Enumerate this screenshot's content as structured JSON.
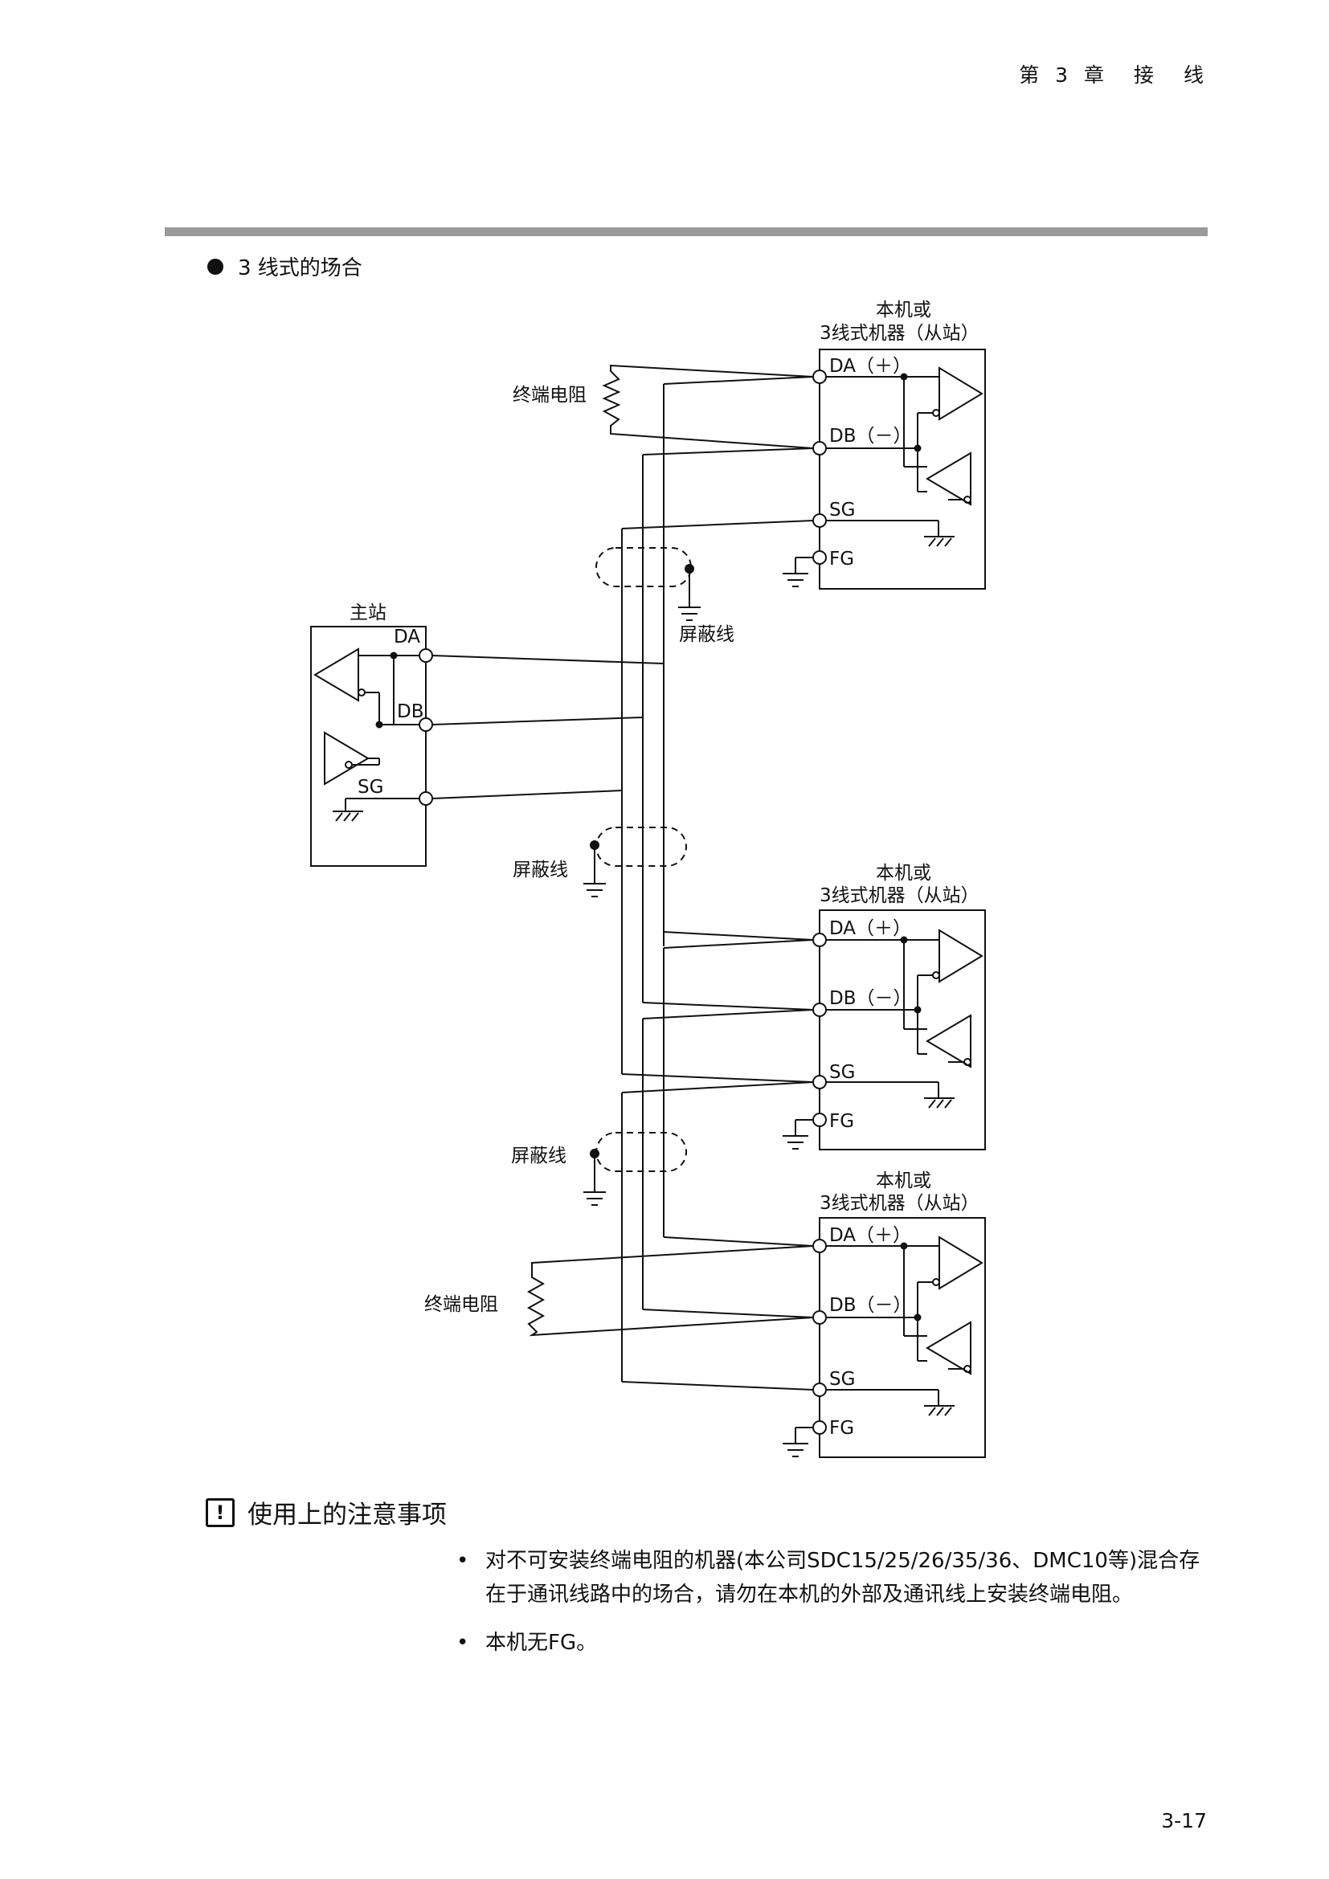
{
  "header": {
    "chapter": "第 3 章　接　线"
  },
  "section": {
    "title": "3 线式的场合"
  },
  "diagram": {
    "master": {
      "title": "主站",
      "da": "DA",
      "db": "DB",
      "sg": "SG"
    },
    "slaves": [
      {
        "title1": "本机或",
        "title2": "3线式机器（从站）",
        "da": "DA（＋）",
        "db": "DB（－）",
        "sg": "SG",
        "fg": "FG"
      },
      {
        "title1": "本机或",
        "title2": "3线式机器（从站）",
        "da": "DA（＋）",
        "db": "DB（－）",
        "sg": "SG",
        "fg": "FG"
      },
      {
        "title1": "本机或",
        "title2": "3线式机器（从站）",
        "da": "DA（＋）",
        "db": "DB（－）",
        "sg": "SG",
        "fg": "FG"
      }
    ],
    "labels": {
      "terminator_top": "终端电阻",
      "terminator_bottom": "终端电阻",
      "shield_1": "屏蔽线",
      "shield_2": "屏蔽线",
      "shield_3": "屏蔽线"
    }
  },
  "notes": {
    "heading": "使用上的注意事项",
    "items": [
      "对不可安装终端电阻的机器(本公司SDC15/25/26/35/36、DMC10等)混合存在于通讯线路中的场合，请勿在本机的外部及通讯线上安装终端电阻。",
      "本机无FG。"
    ]
  },
  "page_number": "3-17"
}
